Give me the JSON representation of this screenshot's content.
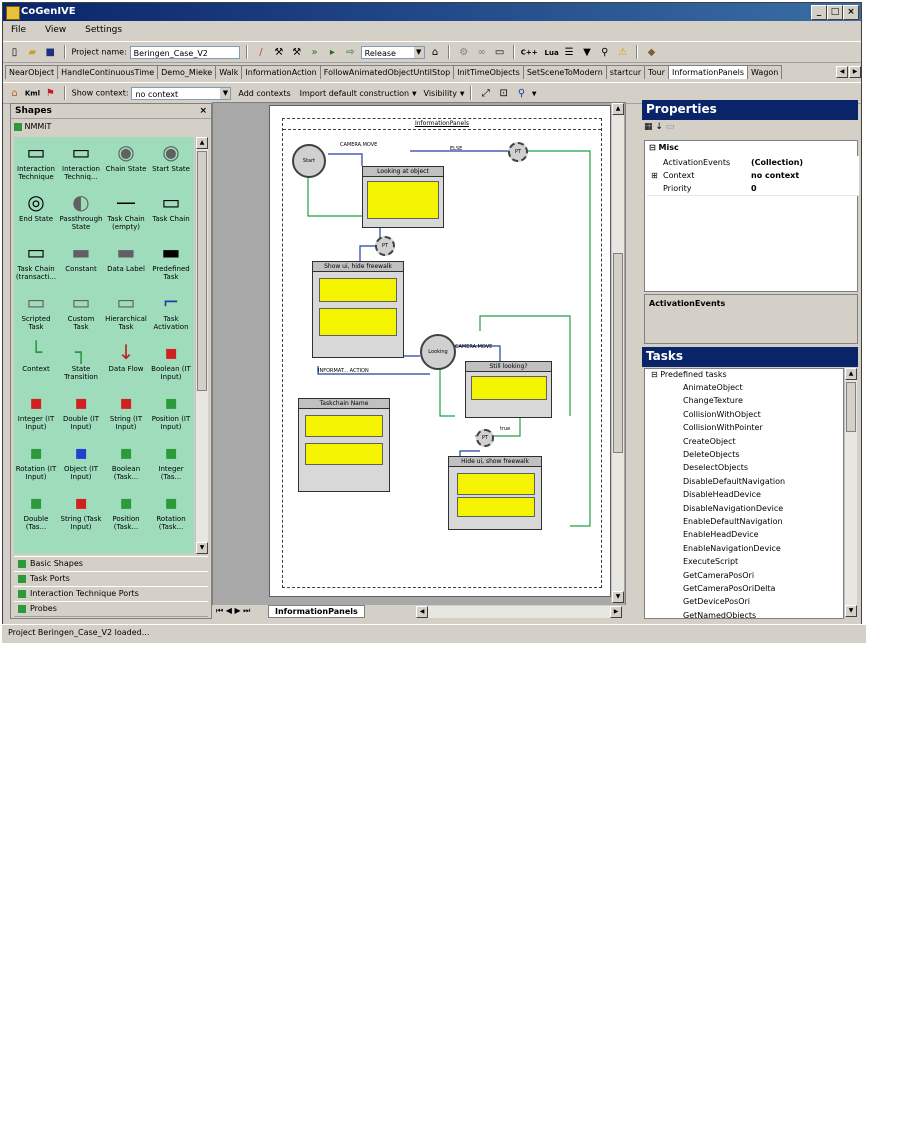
{
  "window": {
    "title": "CoGenIVE",
    "min": "_",
    "max": "□",
    "close": "×"
  },
  "menu": [
    "File",
    "View",
    "Settings"
  ],
  "toolbar1": {
    "project_label": "Project name:",
    "project_value": "Beringen_Case_V2",
    "config_value": "Release",
    "cpp_label": "C++",
    "lua_label": "Lua"
  },
  "tabs": [
    "NearObject",
    "HandleContinuousTime",
    "Demo_Mieke",
    "Walk",
    "InformationAction",
    "FollowAnimatedObjectUntilStop",
    "InitTimeObjects",
    "SetSceneToModern",
    "startcur",
    "Tour",
    "InformationPanels",
    "Wagon"
  ],
  "toolbar2": {
    "kml_label": "Kml",
    "context_label": "Show context:",
    "context_value": "no context",
    "add_contexts": "Add contexts",
    "import_default": "Import default construction",
    "visibility": "Visibility"
  },
  "shapes": {
    "title": "Shapes",
    "close": "×",
    "group": "NMMiT",
    "items": [
      "Interaction Technique",
      "Interaction Techniq...",
      "Chain State",
      "Start State",
      "End State",
      "Passthrough State",
      "Task Chain (empty)",
      "Task Chain",
      "Task Chain (transacti...",
      "Constant",
      "Data Label",
      "Predefined Task",
      "Scripted Task",
      "Custom Task",
      "Hierarchical Task",
      "Task Activation",
      "Context",
      "State Transition",
      "Data Flow",
      "Boolean (IT Input)",
      "Integer (IT Input)",
      "Double (IT Input)",
      "String (IT Input)",
      "Position (IT Input)",
      "Rotation (IT Input)",
      "Object (IT Input)",
      "Boolean (Task...",
      "Integer (Tas...",
      "Double (Tas...",
      "String (Task Input)",
      "Position (Task...",
      "Rotation (Task..."
    ],
    "sections": [
      "Basic Shapes",
      "Task Ports",
      "Interaction Technique Ports",
      "Probes"
    ]
  },
  "canvas": {
    "frame_title": "InformationPanels",
    "nodes": {
      "start": "Start",
      "looking_at": "Looking at object",
      "show_hide": "Show ui, hide freewalk",
      "taskchain": "Taskchain Name",
      "still_looking": "Still looking?",
      "hide_show": "Hide ui, show freewalk",
      "looking": "Looking",
      "pt": "PT"
    },
    "labels": {
      "camera_move": "CAMERA.MOVE",
      "else": "ELSE",
      "true": "true",
      "informat": "INFORMAT... ACTION"
    },
    "sheet_tab": "InformationPanels"
  },
  "properties": {
    "title": "Properties",
    "group": "Misc",
    "rows": [
      {
        "key": "ActivationEvents",
        "value": "(Collection)"
      },
      {
        "key": "Context",
        "value": "no context"
      },
      {
        "key": "Priority",
        "value": "0"
      }
    ],
    "desc_title": "ActivationEvents"
  },
  "tasks": {
    "title": "Tasks",
    "root": "Predefined tasks",
    "items": [
      "AnimateObject",
      "ChangeTexture",
      "CollisionWithObject",
      "CollisionWithPointer",
      "CreateObject",
      "DeleteObjects",
      "DeselectObjects",
      "DisableDefaultNavigation",
      "DisableHeadDevice",
      "DisableNavigationDevice",
      "EnableDefaultNavigation",
      "EnableHeadDevice",
      "EnableNavigationDevice",
      "ExecuteScript",
      "GetCameraPosOri",
      "GetCameraPosOriDelta",
      "GetDevicePosOri",
      "GetNamedObjects"
    ]
  },
  "status": "Project Beringen_Case_V2 loaded..."
}
